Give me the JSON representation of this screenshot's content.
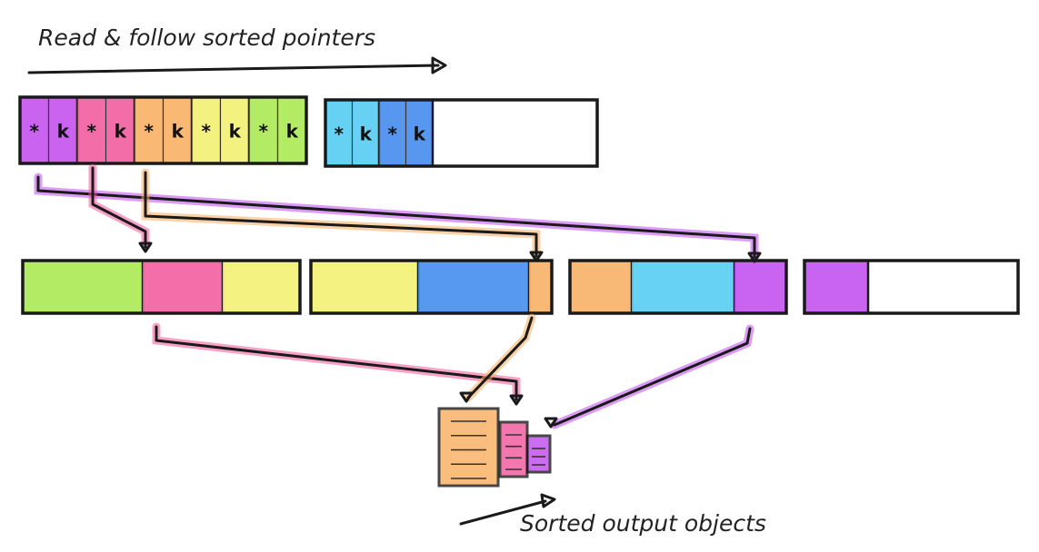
{
  "title": "Read & follow sorted pointers",
  "caption": "Sorted output objects",
  "glyphs": {
    "pointer": "*",
    "key": "k"
  },
  "colors": {
    "purple": "#c048ee",
    "pink": "#f2559a",
    "orange": "#f8ad5e",
    "yellow": "#f2f06a",
    "green": "#a6e84a",
    "cyan": "#4ccaf2",
    "blue": "#3a86ee",
    "ink": "#1a1a1a"
  },
  "pointer_buffers": [
    {
      "entries": [
        "purple",
        "pink",
        "orange",
        "yellow",
        "green"
      ],
      "has_empty_space": false
    },
    {
      "entries": [
        "cyan",
        "blue"
      ],
      "has_empty_space": true
    }
  ],
  "object_blocks": [
    {
      "segments": [
        "green",
        "pink",
        "yellow"
      ]
    },
    {
      "segments": [
        "yellow",
        "blue",
        "orange"
      ]
    },
    {
      "segments": [
        "orange",
        "cyan",
        "purple"
      ]
    },
    {
      "segments": [
        "purple"
      ],
      "has_empty_space": true
    }
  ],
  "output_objects": [
    "orange",
    "pink",
    "purple"
  ]
}
